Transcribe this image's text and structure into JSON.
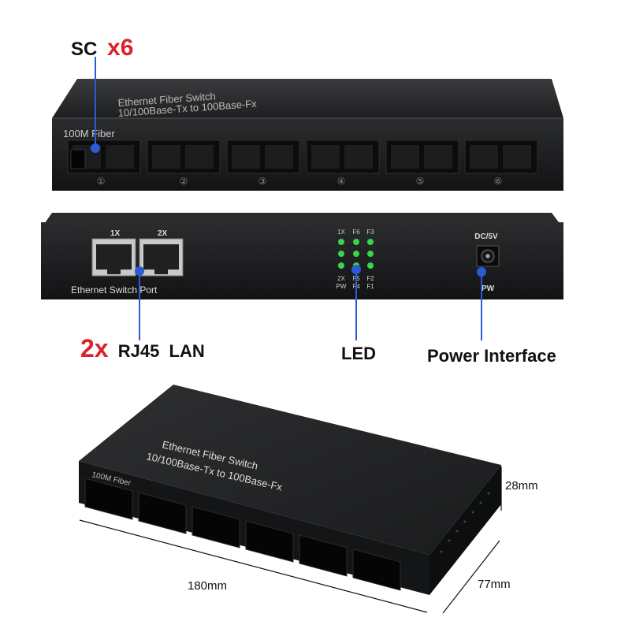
{
  "top_view": {
    "title": "Ethernet Fiber Switch",
    "subtitle": "10/100Base-Tx to 100Base-Fx",
    "fiber_label": "100M Fiber",
    "port_numbers": [
      "①",
      "②",
      "③",
      "④",
      "⑤",
      "⑥"
    ]
  },
  "back_view": {
    "rj45_labels": [
      "1X",
      "2X"
    ],
    "panel_label": "Ethernet Switch Port",
    "led_top_labels": [
      "1X",
      "F6",
      "F3"
    ],
    "led_mid_labels": [
      "2X",
      "F5",
      "F2"
    ],
    "led_bottom_labels": [
      "PW",
      "F4",
      "F1"
    ],
    "power_top_label": "DC/5V",
    "power_bottom_label": "PW"
  },
  "callouts": {
    "sc_label": "SC",
    "sc_count": "x6",
    "rj45_count": "2x",
    "rj45_label": "RJ45  LAN",
    "led_label": "LED",
    "power_label": "Power Interface"
  },
  "dimensions": {
    "length": "180mm",
    "width": "77mm",
    "height": "28mm"
  },
  "colors": {
    "callout_red": "#d8232a",
    "callout_blue": "#2d5bd6",
    "led_green": "#3ad54a"
  }
}
